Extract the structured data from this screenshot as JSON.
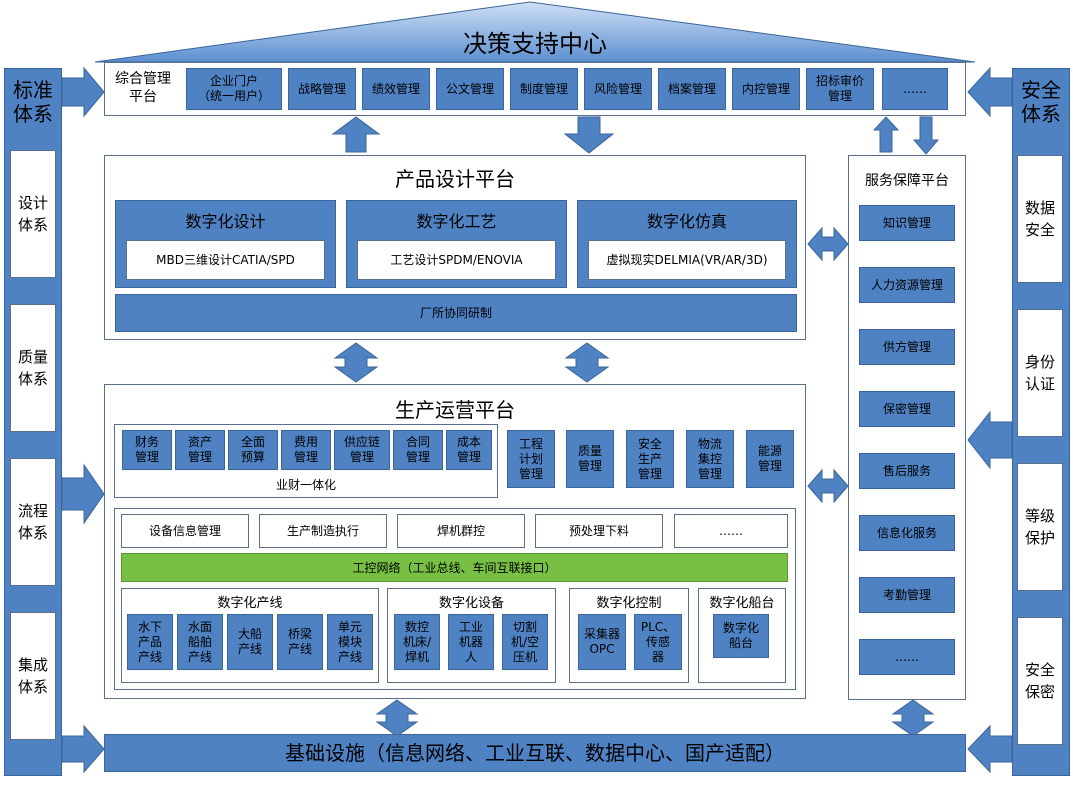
{
  "title": "决策支持中心",
  "left_column": {
    "heading": [
      "标准",
      "体系"
    ],
    "items": [
      [
        "设计",
        "体系"
      ],
      [
        "质量",
        "体系"
      ],
      [
        "流程",
        "体系"
      ],
      [
        "集成",
        "体系"
      ]
    ]
  },
  "right_column": {
    "heading": [
      "安全",
      "体系"
    ],
    "items": [
      [
        "数据",
        "安全"
      ],
      [
        "身份",
        "认证"
      ],
      [
        "等级",
        "保护"
      ],
      [
        "安全",
        "保密"
      ]
    ]
  },
  "integrated_platform": {
    "label": [
      "综合管理",
      "平台"
    ],
    "modules": [
      [
        "企业门户",
        "（统一用户）"
      ],
      [
        "战略管理"
      ],
      [
        "绩效管理"
      ],
      [
        "公文管理"
      ],
      [
        "制度管理"
      ],
      [
        "风险管理"
      ],
      [
        "档案管理"
      ],
      [
        "内控管理"
      ],
      [
        "招标审价",
        "管理"
      ],
      [
        "……"
      ]
    ]
  },
  "design_platform": {
    "title": "产品设计平台",
    "columns": [
      {
        "heading": "数字化设计",
        "item": "MBD三维设计CATIA/SPD"
      },
      {
        "heading": "数字化工艺",
        "item": "工艺设计SPDM/ENOVIA"
      },
      {
        "heading": "数字化仿真",
        "item": "虚拟现实DELMIA(VR/AR/3D)"
      }
    ],
    "bottom_bar": "厂所协同研制"
  },
  "production_platform": {
    "title": "生产运营平台",
    "finance": {
      "modules": [
        [
          "财务",
          "管理"
        ],
        [
          "资产",
          "管理"
        ],
        [
          "全面",
          "预算"
        ],
        [
          "费用",
          "管理"
        ],
        [
          "供应链",
          "管理"
        ],
        [
          "合同",
          "管理"
        ],
        [
          "成本",
          "管理"
        ]
      ],
      "caption": "业财一体化"
    },
    "other_modules": [
      [
        "工程",
        "计划",
        "管理"
      ],
      [
        "质量",
        "管理"
      ],
      [
        "安全",
        "生产",
        "管理"
      ],
      [
        "物流",
        "集控",
        "管理"
      ],
      [
        "能源",
        "管理"
      ]
    ],
    "mes_row": [
      "设备信息管理",
      "生产制造执行",
      "焊机群控",
      "预处理下料",
      "……"
    ],
    "network_bar": "工控网络（工业总线、车间互联接口）",
    "groups": [
      {
        "title": "数字化产线",
        "items": [
          [
            "水下",
            "产品",
            "产线"
          ],
          [
            "水面",
            "船舶",
            "产线"
          ],
          [
            "大船",
            "产线"
          ],
          [
            "桥梁",
            "产线"
          ],
          [
            "单元",
            "模块",
            "产线"
          ]
        ]
      },
      {
        "title": "数字化设备",
        "items": [
          [
            "数控",
            "机床/",
            "焊机"
          ],
          [
            "工业",
            "机器",
            "人"
          ],
          [
            "切割",
            "机/空",
            "压机"
          ]
        ]
      },
      {
        "title": "数字化控制",
        "items": [
          [
            "采集器",
            "OPC"
          ],
          [
            "PLC、",
            "传感",
            "器"
          ]
        ]
      },
      {
        "title": "数字化船台",
        "items": [
          [
            "数字化",
            "船台"
          ]
        ]
      }
    ]
  },
  "service_platform": {
    "title": "服务保障平台",
    "items": [
      "知识管理",
      "人力资源管理",
      "供方管理",
      "保密管理",
      "售后服务",
      "信息化服务",
      "考勤管理",
      "……"
    ]
  },
  "infrastructure": "基础设施（信息网络、工业互联、数据中心、国产适配）",
  "colors": {
    "module_blue": "#4f82c3",
    "border_blue": "#3b6499",
    "network_green": "#77c043",
    "roof_blue": "#5b8fd0"
  }
}
